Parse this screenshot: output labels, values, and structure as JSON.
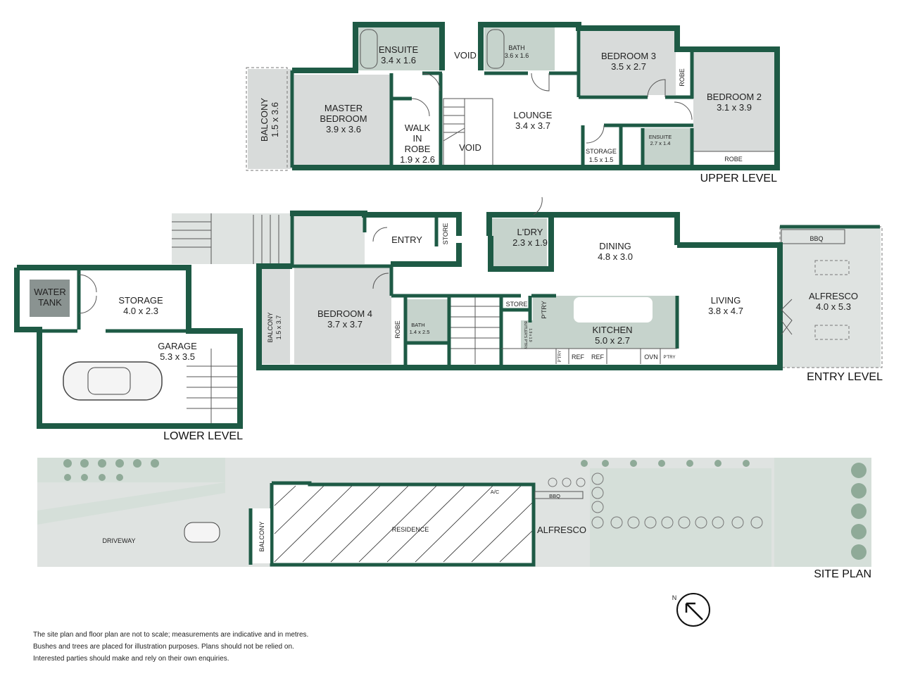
{
  "upper": {
    "title": "UPPER LEVEL",
    "ensuite": {
      "name": "ENSUITE",
      "dims": "3.4 x 1.6"
    },
    "void1": "VOID",
    "bath": {
      "name": "BATH",
      "dims": "3.6 x 1.6"
    },
    "bedroom3": {
      "name": "BEDROOM 3",
      "dims": "3.5 x 2.7"
    },
    "robe1": "ROBE",
    "bedroom2": {
      "name": "BEDROOM 2",
      "dims": "3.1 x 3.9"
    },
    "robe2": "ROBE",
    "balcony": {
      "name": "BALCONY",
      "dims": "1.5 x 3.6"
    },
    "master": {
      "name1": "MASTER",
      "name2": "BEDROOM",
      "dims": "3.9 x 3.6"
    },
    "wir": {
      "name1": "WALK",
      "name2": "IN",
      "name3": "ROBE",
      "dims": "1.9 x 2.6"
    },
    "void2": "VOID",
    "lounge": {
      "name": "LOUNGE",
      "dims": "3.4 x 3.7"
    },
    "storage": {
      "name": "STORAGE",
      "dims": "1.5 x 1.5"
    },
    "ensuite2": {
      "name": "ENSUITE",
      "dims": "2.7 x 1.4"
    }
  },
  "entry": {
    "title": "ENTRY LEVEL",
    "entry": "ENTRY",
    "store1": "STORE",
    "laundry": {
      "name": "L'DRY",
      "dims": "2.3 x 1.9"
    },
    "dining": {
      "name": "DINING",
      "dims": "4.8 x 3.0"
    },
    "bbq": "BBQ",
    "alfresco": {
      "name": "ALFRESCO",
      "dims": "4.0 x 5.3"
    },
    "living": {
      "name": "LIVING",
      "dims": "3.8 x 4.7"
    },
    "balcony": {
      "name": "BALCONY",
      "dims": "1.5 x 3.7"
    },
    "bedroom4": {
      "name": "BEDROOM 4",
      "dims": "3.7 x 3.7"
    },
    "robe": "ROBE",
    "bath": {
      "name": "BATH",
      "dims": "1.4 x 2.5"
    },
    "store2": "STORE",
    "ptry1": "P'TRY",
    "butlers": {
      "name": "BUTLER'S P'TRY",
      "dims": "1.9 x 1.9"
    },
    "kitchen": {
      "name": "KITCHEN",
      "dims": "5.0 x 2.7"
    },
    "ptry2": "P'TRY",
    "ref1": "REF",
    "ref2": "REF",
    "ovn": "OVN",
    "ptry3": "P'TRY"
  },
  "lower": {
    "title": "LOWER LEVEL",
    "tank": {
      "name1": "WATER",
      "name2": "TANK"
    },
    "storage": {
      "name": "STORAGE",
      "dims": "4.0 x 2.3"
    },
    "garage": {
      "name": "GARAGE",
      "dims": "5.3 x 3.5"
    }
  },
  "site": {
    "title": "SITE PLAN",
    "driveway": "DRIVEWAY",
    "balcony": "BALCONY",
    "residence": "RESIDENCE",
    "ac": "A/C",
    "bbq": "BBQ",
    "alfresco": "ALFRESCO"
  },
  "compass": "N",
  "disclaimer": [
    "The site plan and floor plan are not to scale; measurements are indicative and in metres.",
    "Bushes and trees are placed for illustration purposes. Plans should not be relied on.",
    "Interested parties should make and rely on their own enquiries."
  ],
  "colors": {
    "wall": "#1e5a45",
    "room": "#d8dbda",
    "wet": "#c6d3cc"
  }
}
